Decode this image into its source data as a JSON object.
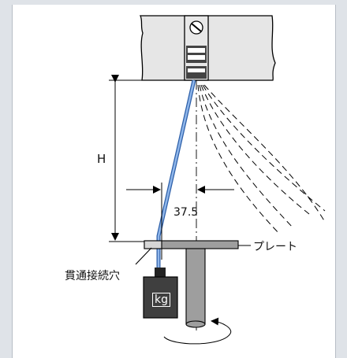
{
  "labels": {
    "height": "H",
    "dimension": "37.5",
    "plate": "プレート",
    "through_hole": "貫通接続穴",
    "weight": "kg"
  },
  "colors": {
    "panel_bg": "#ffffff",
    "outer_bg": "#dfe3e8",
    "housing": "#e6e6e6",
    "cable": "#5b8fd6",
    "plate": "#9e9e9e",
    "weight": "#3f3f3f"
  }
}
